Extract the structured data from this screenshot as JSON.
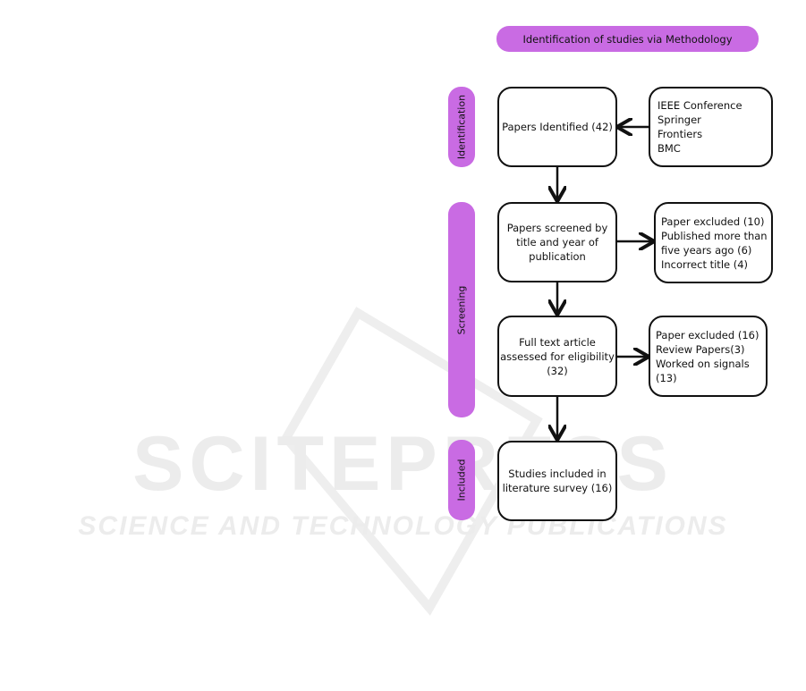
{
  "watermark": {
    "main": "SCITEPRESS",
    "sub": "SCIENCE AND TECHNOLOGY PUBLICATIONS"
  },
  "title": "Identification of studies via Methodology",
  "phases": {
    "identification": "Identification",
    "screening": "Screening",
    "included": "Included"
  },
  "boxes": {
    "identified": "Papers Identified (42)",
    "sources": [
      "IEEE Conference",
      "Springer",
      "Frontiers",
      "BMC"
    ],
    "screened": [
      "Papers screened by",
      "title and year of",
      "publication"
    ],
    "excluded1": [
      "Paper excluded (10)",
      "Published more than",
      "five years ago (6)",
      "Incorrect title (4)"
    ],
    "fulltext": [
      "Full text article",
      "assessed for eligibility",
      "(32)"
    ],
    "excluded2": [
      "Paper excluded (16)",
      "Review Papers(3)",
      "Worked on signals",
      "(13)"
    ],
    "included": [
      "Studies included in",
      "literature survey (16)"
    ]
  },
  "colors": {
    "accent": "#c96be3",
    "stroke": "#111111"
  }
}
